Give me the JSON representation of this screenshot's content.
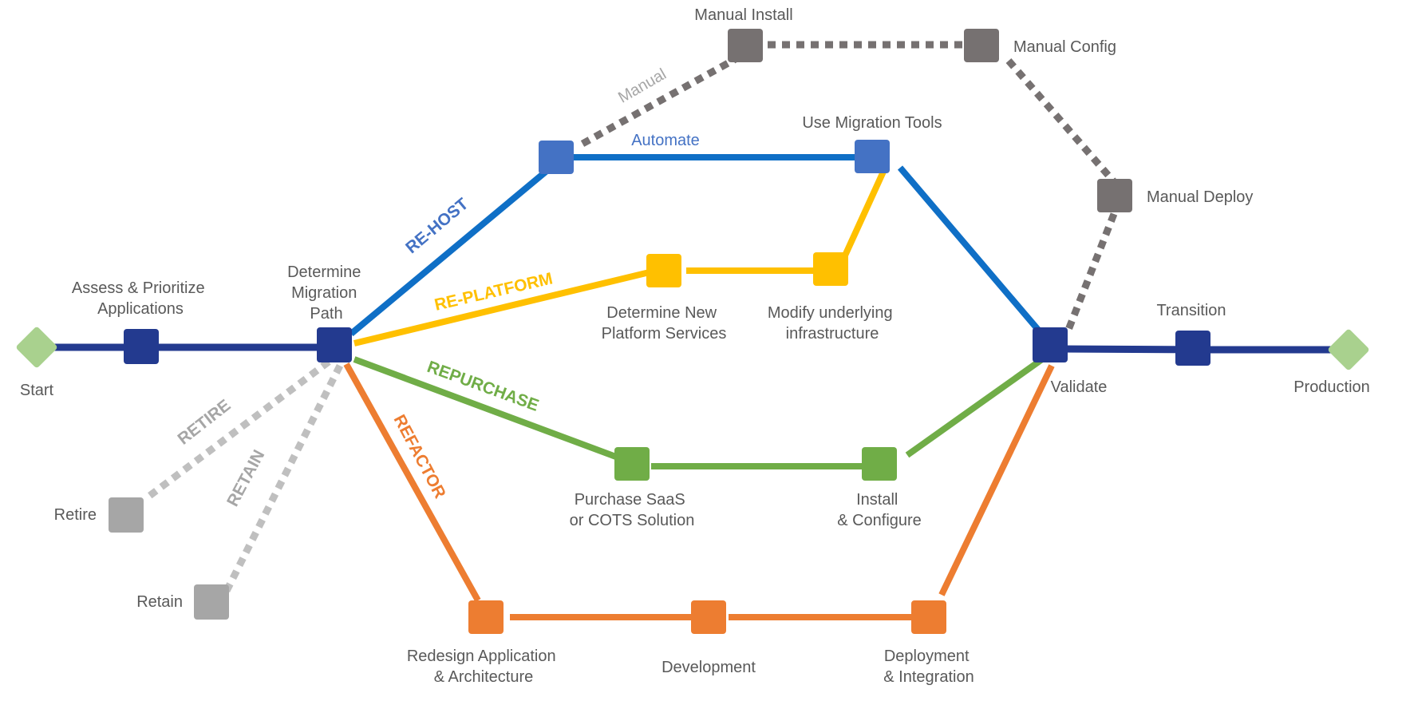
{
  "colors": {
    "navy": "#233a8f",
    "blue": "#0f6fc6",
    "node_blue": "#4472c4",
    "yellow": "#ffc000",
    "green": "#70ad47",
    "orange": "#ed7d31",
    "dark_gray": "#767171",
    "light_gray": "#bfbfbf",
    "start_end": "#a9d18e",
    "label": "#595959"
  },
  "nodes": {
    "start": "Start",
    "assess": [
      "Assess & Prioritize",
      "Applications"
    ],
    "determine": [
      "Determine",
      "Migration",
      "Path"
    ],
    "retire": "Retire",
    "retain": "Retain",
    "manual_install": "Manual Install",
    "manual_config": "Manual Config",
    "manual_deploy": "Manual Deploy",
    "use_migration_tools": "Use Migration Tools",
    "determine_new_platform": [
      "Determine New",
      "Platform Services"
    ],
    "modify_infra": [
      "Modify underlying",
      "infrastructure"
    ],
    "purchase_saas": [
      "Purchase SaaS",
      "or COTS Solution"
    ],
    "install_configure": [
      "Install",
      "& Configure"
    ],
    "redesign": [
      "Redesign Application",
      "& Architecture"
    ],
    "development": "Development",
    "deployment": [
      "Deployment",
      "& Integration"
    ],
    "validate": "Validate",
    "transition": "Transition",
    "production": "Production"
  },
  "routes": {
    "rehost": "RE-HOST",
    "replatform": "RE-PLATFORM",
    "repurchase": "REPURCHASE",
    "refactor": "REFACTOR",
    "retire": "RETIRE",
    "retain": "RETAIN",
    "automate": "Automate",
    "manual": "Manual"
  }
}
